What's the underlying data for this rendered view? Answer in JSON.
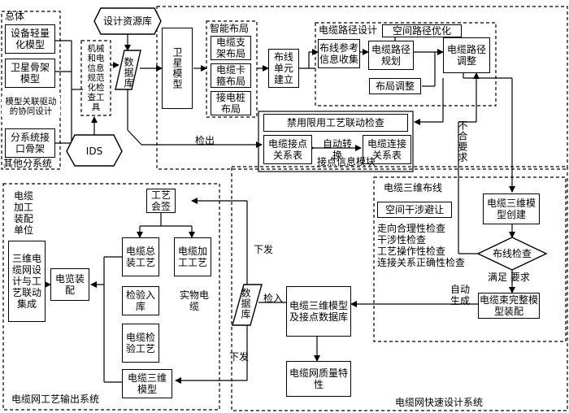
{
  "overall": {
    "title": "总体",
    "light": "设备轻量化模型",
    "sat_frame": "卫星骨架模型",
    "model_drive": "模型关联驱动的协同设计",
    "subsys": "分系统接口骨架",
    "other": "其他分系统"
  },
  "top": {
    "design_lib": "设计资源库",
    "db": "数据库",
    "ids": "IDS",
    "mech_check": "机械和电信息规范化检查工具",
    "sat_model": "卫星模型",
    "smart_layout": "智能布局",
    "bracket": "电缆支架布局",
    "clamp": "电缆卡箍布局",
    "ground": "接电桩布局",
    "unit": "布线单元建立",
    "route_design": "电缆路径设计",
    "space_opt": "空间路径优化",
    "ref_info": "布线参考信息收集",
    "route_plan": "电缆路径规划",
    "route_adjust": "电缆路径调整",
    "layout_adjust": "布局调整"
  },
  "middle": {
    "checkout": "检出",
    "forbid_check": "禁用限用工艺联动检查",
    "contact_table": "电缆接点关系表",
    "auto_convert": "自动转换",
    "connector_table": "电缆连接关系表",
    "contact_module": "接点信息模块",
    "not_meet": "不合要求"
  },
  "fast": {
    "cable3d": "电缆三维布线",
    "space_avoid": "空间干涉避让",
    "checks": [
      "走向合理性检查",
      "干涉性检查",
      "工艺操作性检查",
      "连接关系正确性检查"
    ],
    "model_create": "电缆三维模型创建",
    "routing_check": "布线检查",
    "meet": "满足 要求",
    "auto_gen": "自动生成",
    "bundle": "电缆束完整模型装配",
    "model_db": "电缆三维模型及接点数据库",
    "quality": "电缆网质量特性",
    "import": "检入",
    "db2": "数据库",
    "system_name": "电缆网快速设计系统"
  },
  "output": {
    "unit": "电缆加工装配单位",
    "signoff": "工艺会签",
    "assembly_proc": "电缆总装工艺",
    "process": "电缆加工工艺",
    "integrate": "三维电缆网设计与工艺联动集成",
    "assembly": "电览装配",
    "inspect_store": "检验入库",
    "physical": "实物电缆",
    "inspect_proc": "电缆检验工艺",
    "model3d": "电缆三维模型",
    "release1": "下发",
    "release2": "下发",
    "system_name": "电缆网工艺输出系统"
  }
}
